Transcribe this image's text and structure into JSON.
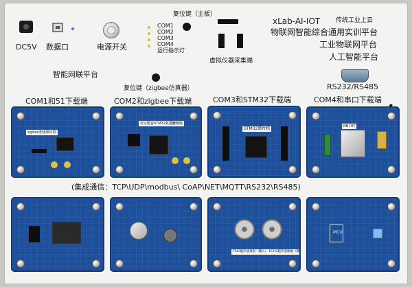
{
  "top_labels": {
    "dc5v": "DC5V",
    "data_port": "数据口",
    "power_switch": "电源开关",
    "com1": "COM1",
    "com2": "COM2",
    "com3": "COM3",
    "com4": "COM4",
    "run_led": "运行指示灯",
    "reset_main": "复位键（主板）",
    "virtual_collect": "虚拟仪器采集端",
    "brand": "xLab-AI-IOT",
    "slogan": "传统工业上云",
    "platform_1": "物联网智能综合通用实训平台",
    "platform_2": "工业物联网平台",
    "platform_3": "人工智能平台",
    "smart_network": "智能网联平台",
    "reset_zigbee": "复位键（zigbee仿真器）",
    "rs": "RS232/RS485"
  },
  "section_labels": {
    "com1": "COM1和51下载端",
    "com2": "COM2和zigbee下载端",
    "com3": "COM3和STM32下载端",
    "com4": "COM4和串口下载端",
    "comm": "(集成通信：TCP\\UDP\\modbus\\  CoAP\\NET\\MQTT\\RS232\\RS485)"
  },
  "board_labels": {
    "zigbee_title": "zigbee无线单片机",
    "stm32_title": "STM32单片机",
    "zigbee_note": "可以配合STM32处理器使用",
    "nb_iot": "NB-IOT",
    "ultra_text": "TRIG超声波发射（输入）   ECHO超声波接收（输出）",
    "mcu": "MCU"
  },
  "colors": {
    "panel": "#f3f3f1",
    "board_blue": "#1d4f9a",
    "board_border": "#153a78"
  }
}
